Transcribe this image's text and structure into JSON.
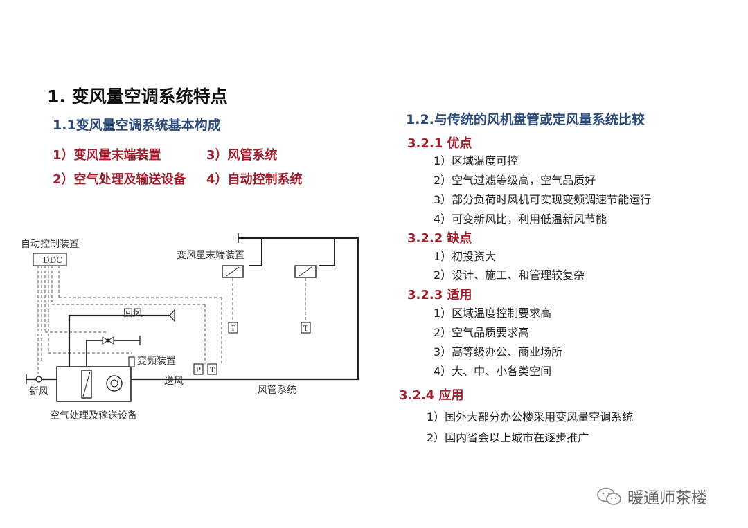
{
  "title": "1. 变风量空调系统特点",
  "left": {
    "subtitle": "1.1变风量空调系统基本构成",
    "components": [
      "1）变风量末端装置",
      "3）风管系统",
      "2）空气处理及输送设备",
      "4）自动控制系统"
    ]
  },
  "diagram": {
    "control_device": "自动控制装置",
    "ddc": "DDC",
    "vav_terminal": "变风量末端装置",
    "return_air": "回风",
    "vfd": "变频装置",
    "supply_air": "送风",
    "fresh_air": "新风",
    "duct_system": "风管系统",
    "ahu": "空气处理及输送设备",
    "t": "T",
    "p": "P"
  },
  "right": {
    "subtitle": "1.2.与传统的风机盘管或定风量系统比较",
    "sections": [
      {
        "heading": "3.2.1  优点",
        "items": [
          "1）区域温度可控",
          "2）空气过滤等级高，空气品质好",
          "3）部分负荷时风机可实现变频调速节能运行",
          "4）可变新风比，利用低温新风节能"
        ]
      },
      {
        "heading": "3.2.2  缺点",
        "items": [
          "1）初投资大",
          "2）设计、施工、和管理较复杂"
        ]
      },
      {
        "heading": "3.2.3  适用",
        "items": [
          "1）区域温度控制要求高",
          "2）空气品质要求高",
          "3）高等级办公、商业场所",
          "4）大、中、小各类空间"
        ]
      },
      {
        "heading": "3.2.4  应用",
        "items": [
          "1）国外大部分办公楼采用变风量空调系统",
          "2）国内省会以上城市在逐步推广"
        ]
      }
    ]
  },
  "watermark": {
    "text": "暖通师茶楼",
    "icon": "wechat-icon"
  }
}
